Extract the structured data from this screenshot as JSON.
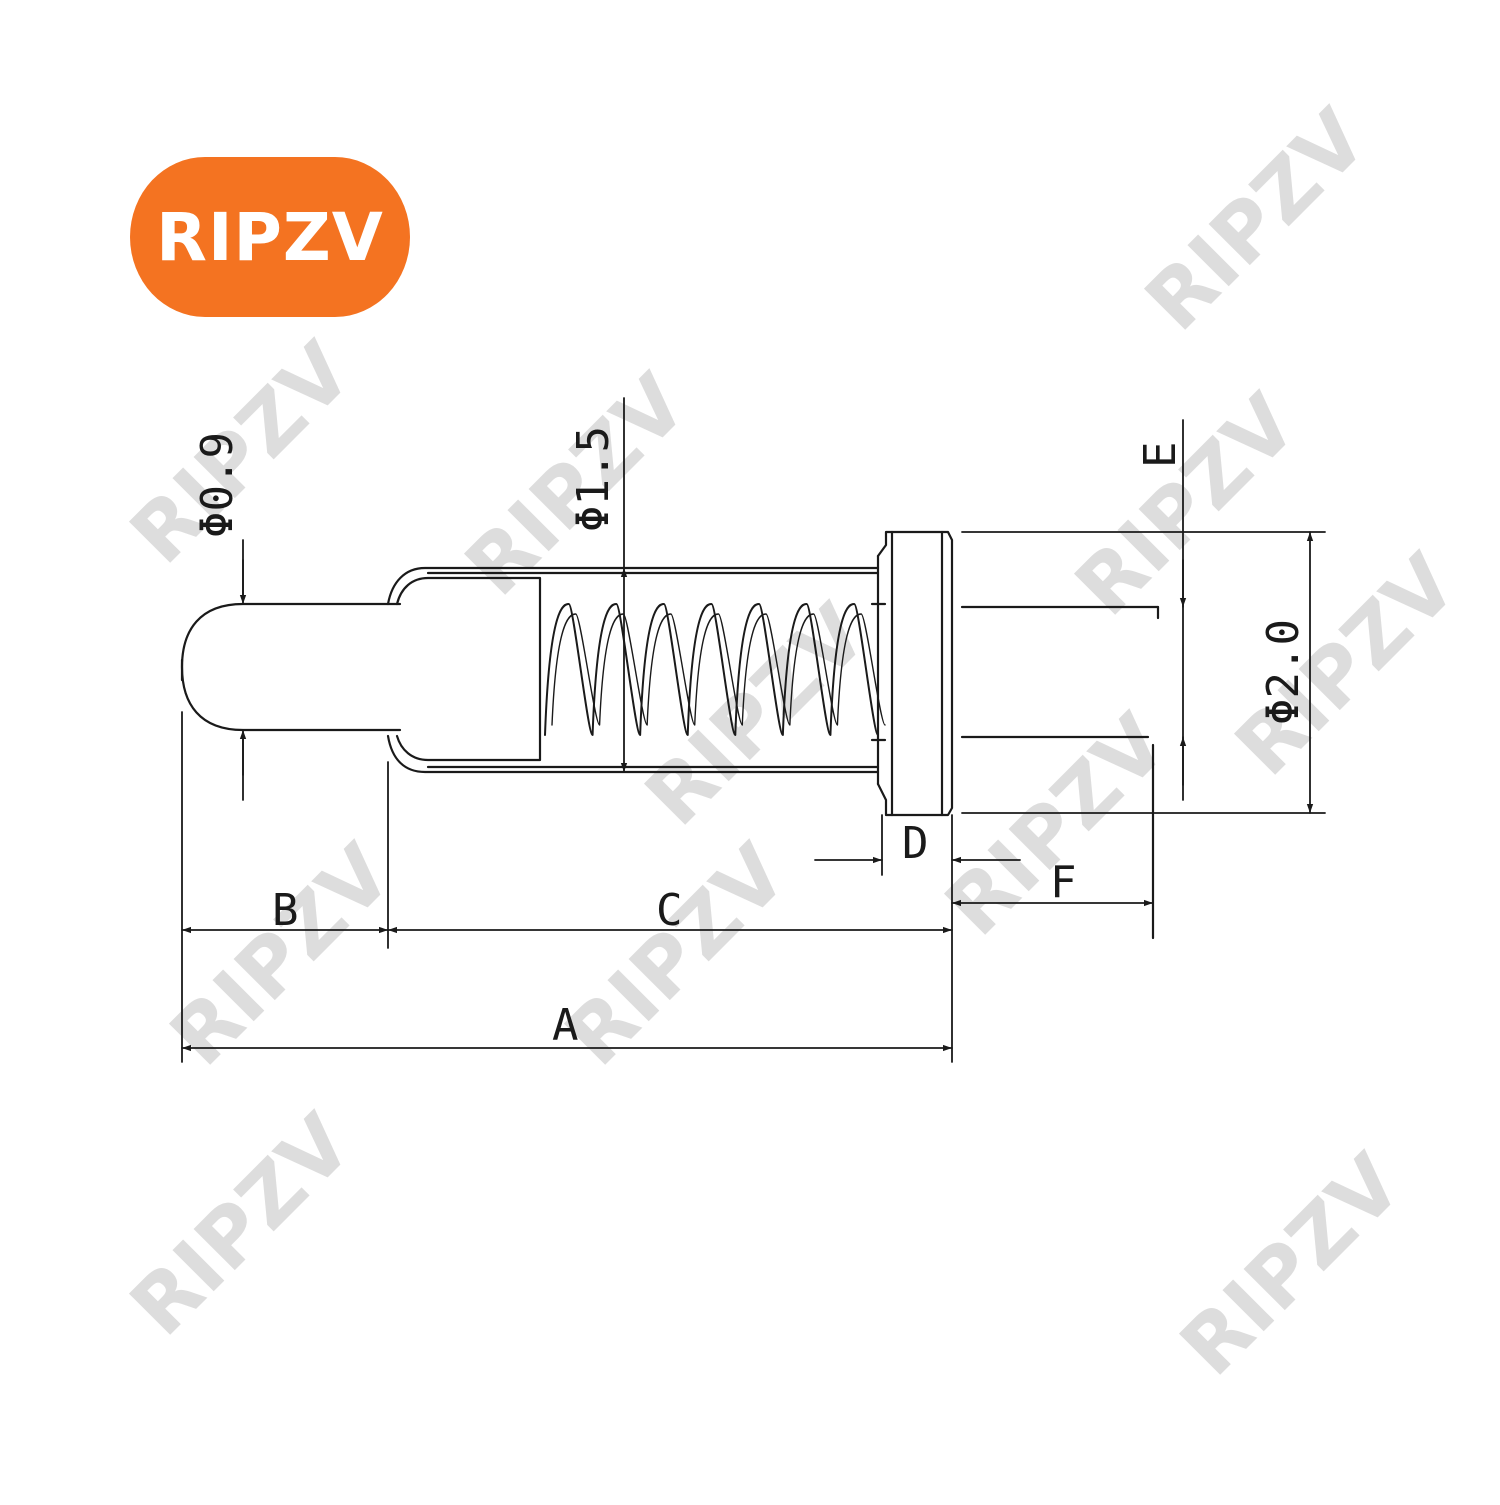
{
  "brand": {
    "label": "RIPZV",
    "color": "#f47321"
  },
  "watermark": "RIPZV",
  "dimensions": {
    "tip_diameter": "Φ0.9",
    "barrel_diameter": "Φ1.5",
    "flange_diameter": "Φ2.0",
    "overall_length": "A",
    "tip_length": "B",
    "barrel_length": "C",
    "flange_thickness": "D",
    "tail_diameter": "E",
    "tail_length": "F"
  }
}
